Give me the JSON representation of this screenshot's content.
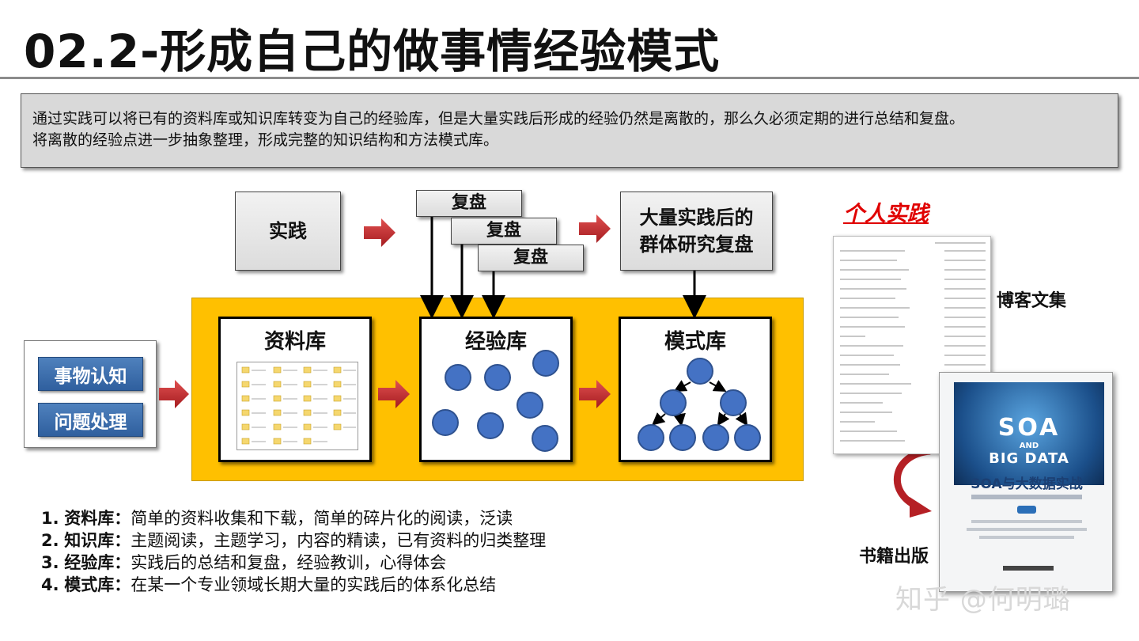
{
  "title": "02.2-形成自己的做事情经验模式",
  "intro": {
    "line1": "通过实践可以将已有的资料库或知识库转变为自己的经验库，但是大量实践后形成的经验仍然是离散的，那么久必须定期的进行总结和复盘。",
    "line2": "将离散的经验点进一步抽象整理，形成完整的知识结构和方法模式库。"
  },
  "top_row": {
    "practice": "实践",
    "review_tabs": [
      "复盘",
      "复盘",
      "复盘"
    ],
    "group_review_line1": "大量实践后的",
    "group_review_line2": "群体研究复盘"
  },
  "left_panel": {
    "buttons": [
      "事物认知",
      "问题处理"
    ]
  },
  "libraries": {
    "material": "资料库",
    "experience": "经验库",
    "pattern": "模式库"
  },
  "footnotes": [
    {
      "num": "1.",
      "term": "资料库：",
      "desc": "简单的资料收集和下载，简单的碎片化的阅读，泛读"
    },
    {
      "num": "2.",
      "term": "知识库：",
      "desc": "主题阅读，主题学习，内容的精读，已有资料的归类整理"
    },
    {
      "num": "3.",
      "term": "经验库：",
      "desc": "实践后的总结和复盘，经验教训，心得体会"
    },
    {
      "num": "4.",
      "term": "模式库：",
      "desc": "在某一个专业领域长期大量的实践后的体系化总结"
    }
  ],
  "right": {
    "personal_practice": "个人实践",
    "blog_label": "博客文集",
    "book_label": "书籍出版",
    "book_cover_big": "SOA",
    "book_cover_and": "AND",
    "book_cover_big2": "BIG DATA",
    "book_title": "SOA与大数据实战"
  },
  "watermark": "知乎 @何明璐",
  "colors": {
    "highlight_yellow": "#ffc000",
    "arrow_red": "#c0282d",
    "node_blue": "#4472c4",
    "button_blue": "#3a6eb0",
    "accent_red": "#e00000"
  }
}
